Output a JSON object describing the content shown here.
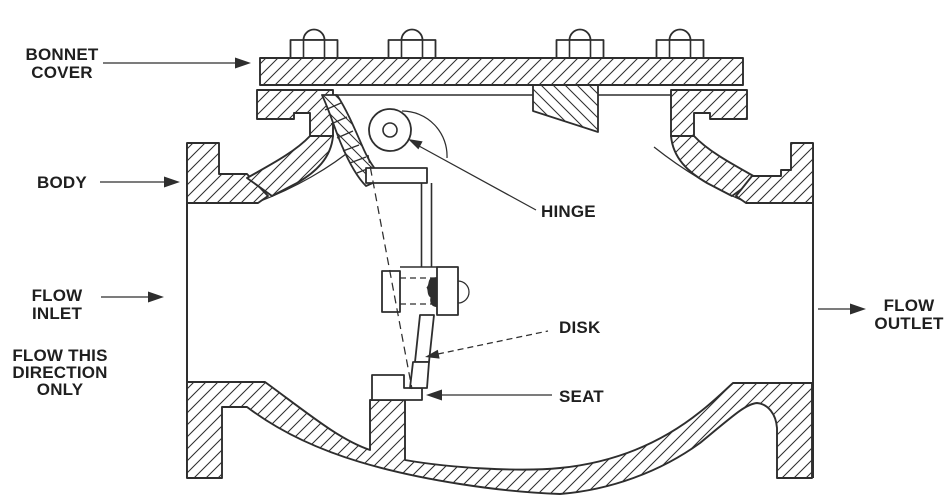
{
  "diagram": {
    "labels": {
      "bonnet_cover": {
        "line1": "BONNET",
        "line2": "COVER"
      },
      "body": "BODY",
      "flow_inlet": {
        "line1": "FLOW",
        "line2": "INLET"
      },
      "flow_direction": {
        "line1": "FLOW THIS",
        "line2": "DIRECTION",
        "line3": "ONLY"
      },
      "hinge": "HINGE",
      "disk": "DISK",
      "seat": "SEAT",
      "flow_outlet": {
        "line1": "FLOW",
        "line2": "OUTLET"
      }
    },
    "colors": {
      "line": "#2e2e2e",
      "text": "#1f1f1f",
      "bg": "#ffffff"
    }
  }
}
